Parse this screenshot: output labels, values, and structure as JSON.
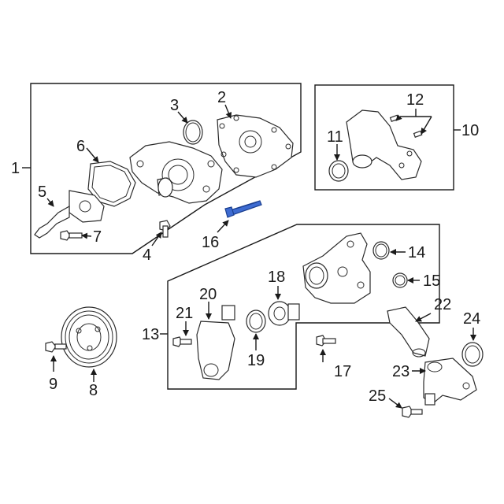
{
  "callouts": {
    "c1": "1",
    "c2": "2",
    "c3": "3",
    "c4": "4",
    "c5": "5",
    "c6": "6",
    "c7": "7",
    "c8": "8",
    "c9": "9",
    "c10": "10",
    "c11": "11",
    "c12": "12",
    "c13": "13",
    "c14": "14",
    "c15": "15",
    "c16": "16",
    "c17": "17",
    "c18": "18",
    "c19": "19",
    "c20": "20",
    "c21": "21",
    "c22": "22",
    "c23": "23",
    "c24": "24",
    "c25": "25"
  },
  "highlight_color": "#3d6bd1"
}
